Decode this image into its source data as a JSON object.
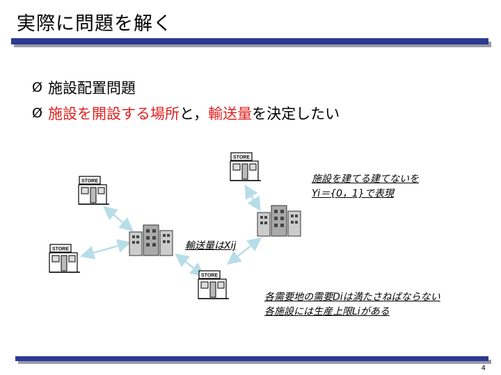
{
  "slide": {
    "title": "実際に問題を解く",
    "page_number": "4"
  },
  "bullets": [
    {
      "arrow": "Ø",
      "text": "施設配置問題"
    },
    {
      "arrow": "Ø",
      "part1": "施設を開設する場所",
      "part2": "と，",
      "part3": "輸送量",
      "part4": "を決定したい"
    }
  ],
  "diagram": {
    "store_sign": "STORE",
    "notes": {
      "build_line1": "施設を建てる建てないを",
      "build_line2": "Yi＝{0，1}で表現",
      "transport": "輸送量はXij",
      "demand_line1": "各需要地の需要Diは満たさねばならない",
      "demand_line2": "各施設には生産上限Liがある"
    },
    "arrow_color": "#b7dde8"
  }
}
